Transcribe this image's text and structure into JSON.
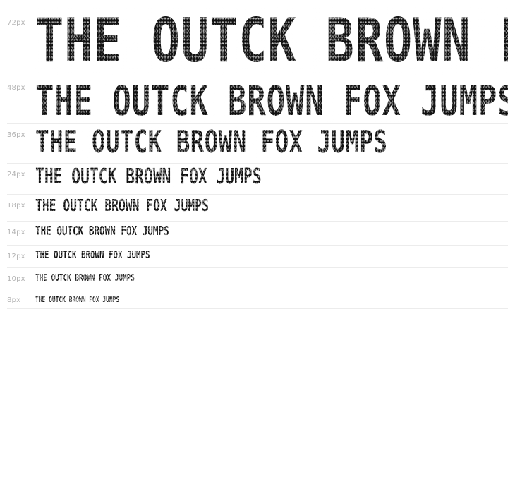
{
  "specimen": {
    "sample_text": "THE OUTCK BROWN FOX JUMPS",
    "text_color": "#111111",
    "label_color": "#b4b4b4",
    "divider_color": "#ececec",
    "rows": [
      {
        "size_label": "72px",
        "text": "THE OUTCK BROWN FOX JUMPS"
      },
      {
        "size_label": "48px",
        "text": "THE OUTCK BROWN FOX JUMPS"
      },
      {
        "size_label": "36px",
        "text": "THE OUTCK BROWN FOX JUMPS"
      },
      {
        "size_label": "24px",
        "text": "THE OUTCK BROWN FOX JUMPS"
      },
      {
        "size_label": "18px",
        "text": "THE OUTCK BROWN FOX JUMPS"
      },
      {
        "size_label": "14px",
        "text": "THE OUTCK BROWN FOX JUMPS"
      },
      {
        "size_label": "12px",
        "text": "THE OUTCK BROWN FOX JUMPS"
      },
      {
        "size_label": "10px",
        "text": "THE OUTCK BROWN FOX JUMPS"
      },
      {
        "size_label": "8px",
        "text": "THE OUTCK BROWN FOX JUMPS"
      }
    ]
  }
}
